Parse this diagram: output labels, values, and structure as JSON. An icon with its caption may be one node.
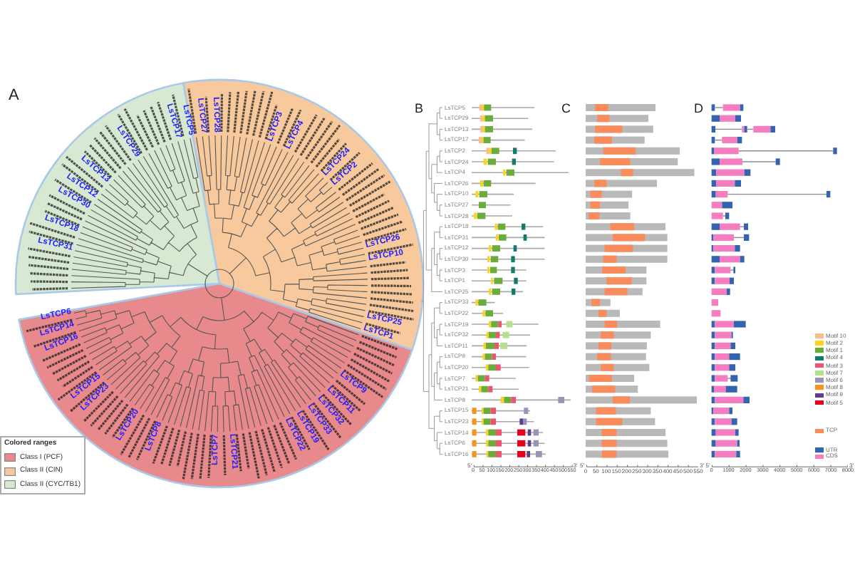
{
  "diagram": {
    "labels": [
      "A",
      "LsTCP27",
      "LsTCP28",
      "LsTCP3",
      "LsTCP4",
      "LsTCP24",
      "LsTCP2",
      "LsTCP26",
      "LsTCP10",
      "LsTCP25",
      "LsTCP1",
      "LsTCP6",
      "LsTCP14",
      "LsTCP16",
      "LsTCP15",
      "LsTCP23",
      "LsTCP20",
      "LsTCP8",
      "LsTCP7",
      "LsTCP21",
      "LsTCP22",
      "LsTCP19",
      "LsTCP33",
      "LsTCP32",
      "LsTCP11",
      "LsTCP9",
      "LsTCP31",
      "LsTCP18",
      "LsTCP30",
      "LsTCP12",
      "LsTCP13",
      "LsTCP29",
      "LsTCP17",
      "LsTCP5",
      "Colored ranges",
      "B",
      "C",
      "D",
      "LsTCP5",
      "LsTCP29",
      "LsTCP13",
      "LsTCP17",
      "LsTCP2",
      "LsTCP24",
      "LsTCP4",
      "LsTCP26",
      "LsTCP10",
      "LsTCP27",
      "LsTCP28",
      "LsTCP18",
      "LsTCP31",
      "LsTCP12",
      "LsTCP30",
      "LsTCP3",
      "LsTCP1",
      "LsTCP25",
      "LsTCP33",
      "LsTCP22",
      "LsTCP19",
      "LsTCP32",
      "LsTCP11",
      "LsTCP9",
      "LsTCP20",
      "LsTCP7",
      "LsTCP21",
      "LsTCP8",
      "LsTCP15",
      "LsTCP23",
      "LsTCP14",
      "LsTCP6",
      "LsTCP16",
      "5'",
      "0",
      "50",
      "100",
      "150",
      "200",
      "250",
      "300",
      "350",
      "400",
      "450",
      "500",
      "550",
      "3'",
      "5'",
      "0",
      "50",
      "100",
      "150",
      "200",
      "250",
      "300",
      "350",
      "400",
      "450",
      "500",
      "550",
      "3'",
      "5'",
      "0",
      "1000",
      "2000",
      "3000",
      "4000",
      "5000",
      "6000",
      "7000",
      "8000",
      "3'"
    ],
    "legend": [
      {
        "text": "Class I (PCF)",
        "color": "#e8898c"
      },
      {
        "text": "Class II (CIN)",
        "color": "#f8c99d"
      },
      {
        "text": "Class II (CYC/TB1)",
        "color": "#d7e9d2"
      },
      {
        "text": "Motif 10",
        "color": "#f9be8c"
      },
      {
        "text": "Motif 2",
        "color": "#ffd21f"
      },
      {
        "text": "Motif 1",
        "color": "#6aad3d"
      },
      {
        "text": "Motif 4",
        "color": "#137a6c"
      },
      {
        "text": "Motif 3",
        "color": "#ec5470"
      },
      {
        "text": "Motif 7",
        "color": "#b7df8c"
      },
      {
        "text": "Motif 6",
        "color": "#9b93b6"
      },
      {
        "text": "Motif 8",
        "color": "#f7941e"
      },
      {
        "text": "Motif 9",
        "color": "#5b3e8e"
      },
      {
        "text": "Motif 5",
        "color": "#e6001e"
      },
      {
        "text": "TCP",
        "color": "#f98c5a"
      },
      {
        "text": "UTR",
        "color": "#3464b0"
      },
      {
        "text": "CDS",
        "color": "#f47ec0"
      }
    ]
  }
}
